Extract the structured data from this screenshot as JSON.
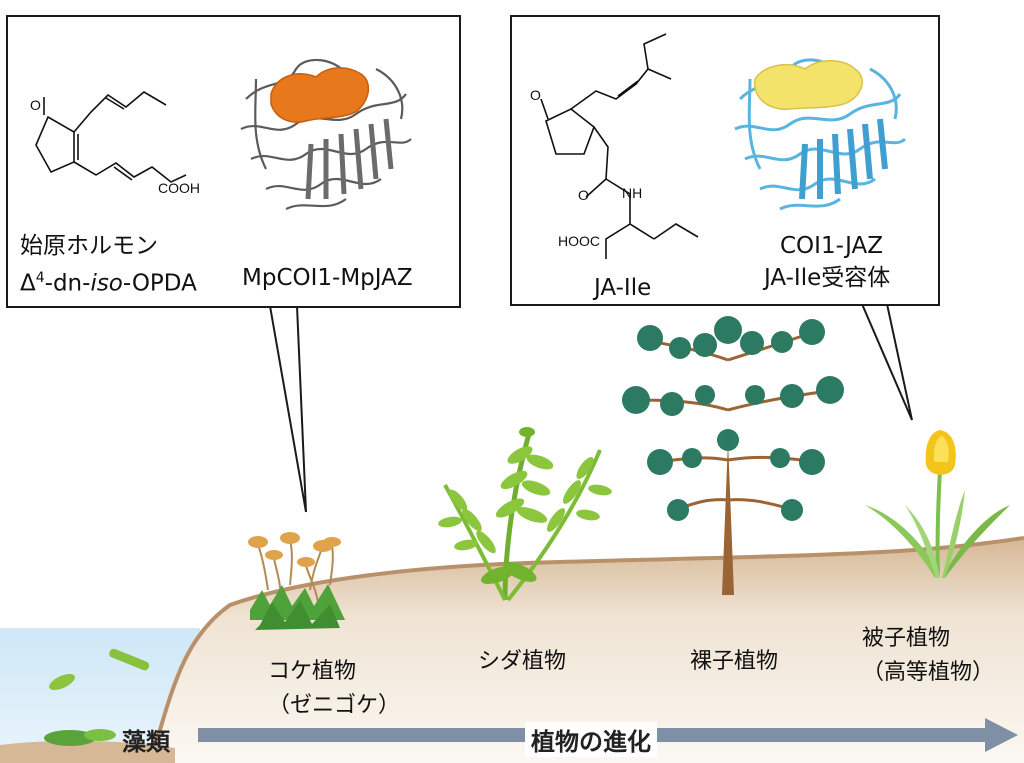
{
  "callout_ancestral": {
    "hormone_label": "始原ホルモン",
    "hormone_name_delta": "Δ",
    "hormone_name_sup": "4",
    "hormone_name_a": "-dn-",
    "hormone_name_iso": "iso",
    "hormone_name_b": "-OPDA",
    "chem_keto": "O",
    "chem_acid": "COOH",
    "receptor_label": "MpCOI1-MpJAZ",
    "protein_surface_color": "#e8781c"
  },
  "callout_modern": {
    "compound_label": "JA-Ile",
    "chem_keto": "O",
    "chem_nh": "NH",
    "chem_amide_o": "O",
    "chem_acid": "HOOC",
    "receptor_label": "COI1-JAZ",
    "receptor_sublabel": "JA-Ile受容体",
    "protein_surface_color": "#f4e36a",
    "protein_ribbon_color": "#5ab4e0"
  },
  "stages": {
    "moss": "コケ植物",
    "moss_sub": "（ゼニゴケ）",
    "fern": "シダ植物",
    "gymnosperm": "裸子植物",
    "angiosperm": "被子植物",
    "angiosperm_sub": "（高等植物）"
  },
  "axis": {
    "start_label": "藻類",
    "middle_label": "植物の進化",
    "arrow_color": "#7f8fa5"
  }
}
